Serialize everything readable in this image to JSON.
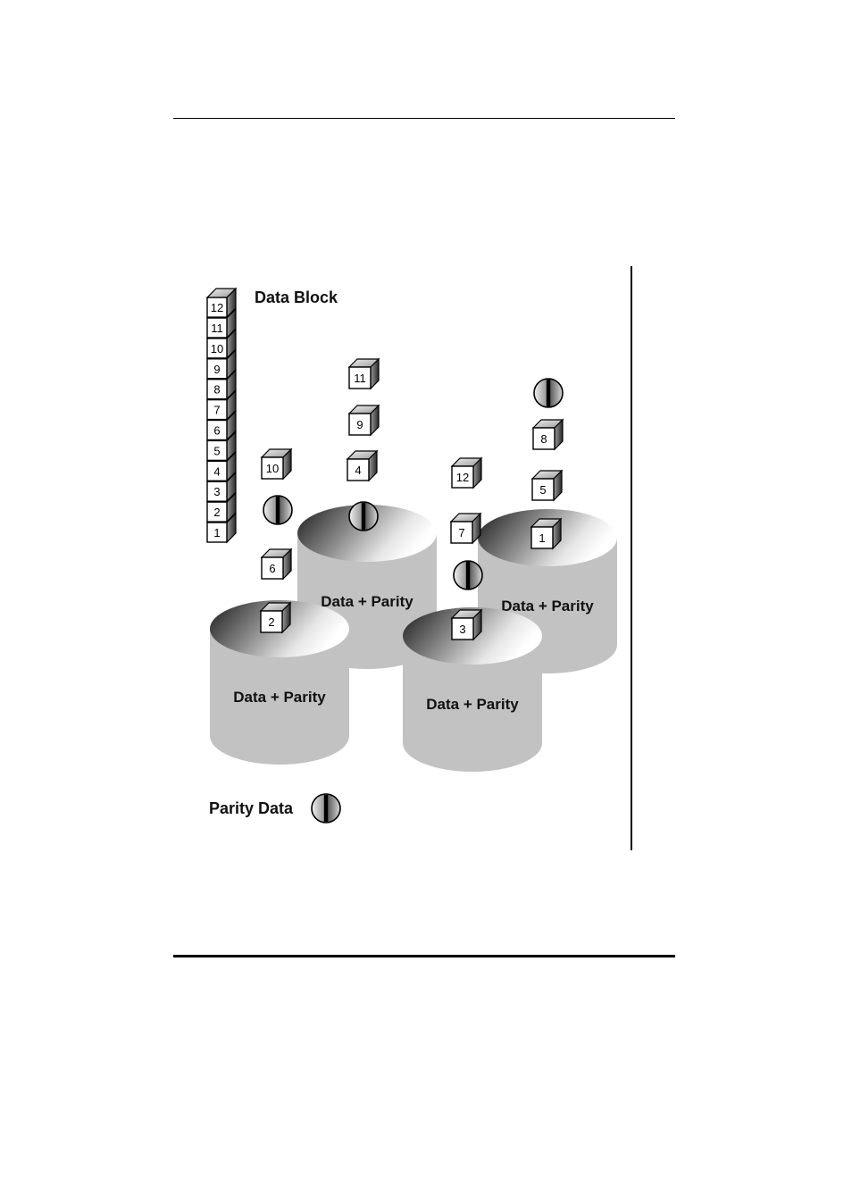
{
  "labels": {
    "data_block": "Data Block",
    "parity_data": "Parity Data"
  },
  "stack_blocks": [
    "1",
    "2",
    "3",
    "4",
    "5",
    "6",
    "7",
    "8",
    "9",
    "10",
    "11",
    "12"
  ],
  "disks": [
    {
      "label": "Data + Parity",
      "items": [
        "2",
        "6",
        "parity",
        "10"
      ]
    },
    {
      "label": "Data + Parity",
      "items": [
        "parity",
        "4",
        "9",
        "11"
      ]
    },
    {
      "label": "Data + Parity",
      "items": [
        "3",
        "parity",
        "7",
        "12"
      ]
    },
    {
      "label": "Data + Parity",
      "items": [
        "1",
        "5",
        "8",
        "parity"
      ]
    }
  ],
  "colors": {
    "disk_fill": "#c2c2c2",
    "rule": "#000000"
  }
}
